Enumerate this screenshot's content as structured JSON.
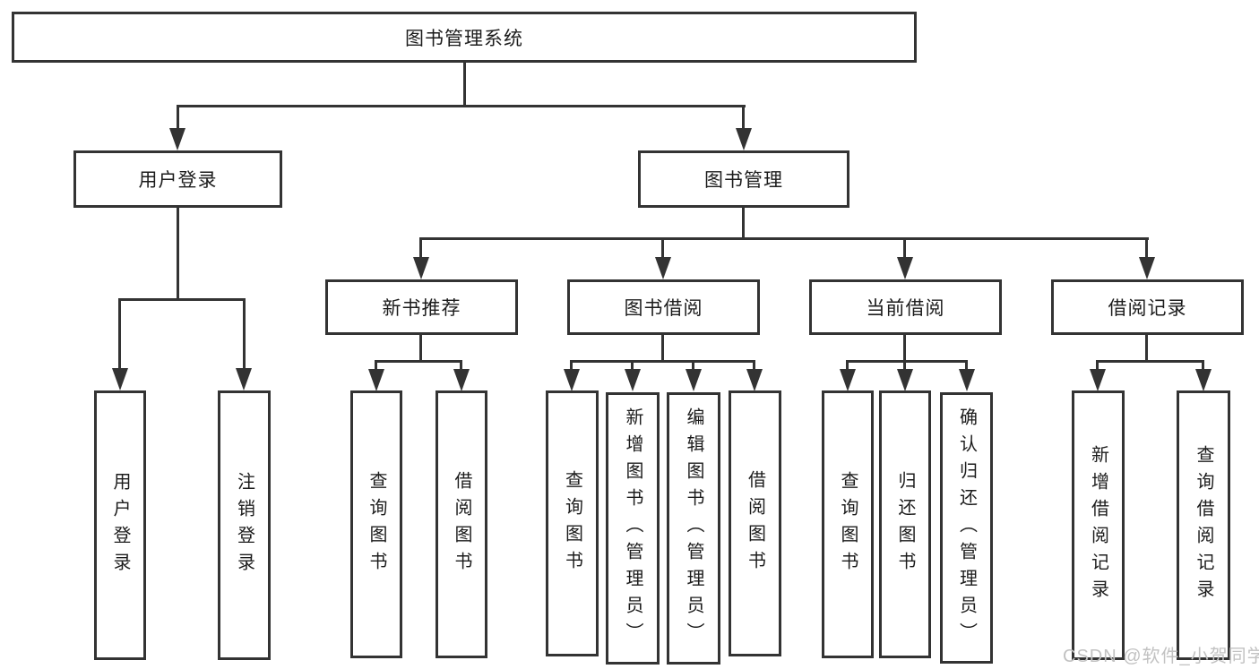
{
  "diagram": {
    "type": "tree",
    "root": "图书管理系统",
    "level2": {
      "user_login": "用户登录",
      "book_mgmt": "图书管理"
    },
    "level3": {
      "new_books": "新书推荐",
      "book_borrow": "图书借阅",
      "current_borrow": "当前借阅",
      "borrow_records": "借阅记录"
    },
    "leaves": {
      "user_login_1": "用户登录",
      "user_login_2": "注销登录",
      "new_books_1": "查询图书",
      "new_books_2": "借阅图书",
      "book_borrow_1": "查询图书",
      "book_borrow_2": "新增图书（管理员）",
      "book_borrow_3": "编辑图书（管理员）",
      "book_borrow_4": "借阅图书",
      "current_borrow_1": "查询图书",
      "current_borrow_2": "归还图书",
      "current_borrow_3": "确认归还（管理员）",
      "borrow_records_1": "新增借阅记录",
      "borrow_records_2": "查询借阅记录"
    },
    "colors": {
      "line": "#333333",
      "box_background": "#ffffff",
      "text": "#1c1c1c",
      "watermark": "#c2c2c2"
    }
  },
  "watermark": "CSDN @软件_小贺同学"
}
